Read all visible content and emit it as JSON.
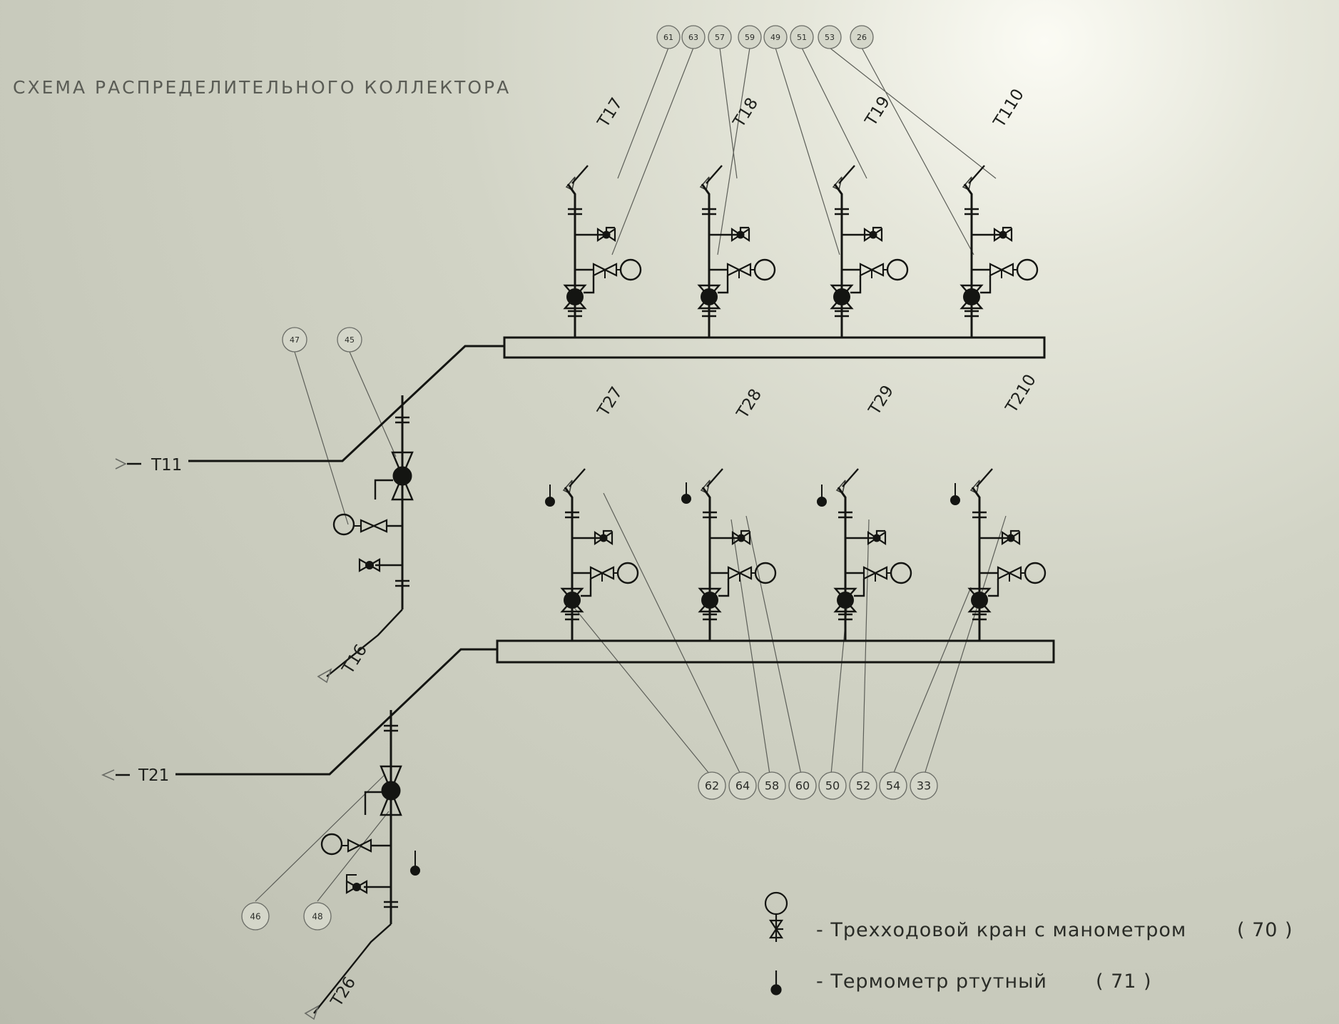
{
  "title": "СХЕМА РАСПРЕДЕЛИТЕЛЬНОГО КОЛЛЕКТОРА",
  "pipes": {
    "inlet_1": "T11",
    "outlet_1": "T16",
    "inlet_2": "T21",
    "outlet_2": "T26",
    "top_branches": [
      "T17",
      "T18",
      "T19",
      "T110"
    ],
    "bottom_branches": [
      "T27",
      "T28",
      "T29",
      "T210"
    ]
  },
  "callouts": {
    "top": [
      "61",
      "63",
      "57",
      "59",
      "49",
      "51",
      "53",
      "26"
    ],
    "bottom": [
      "62",
      "64",
      "58",
      "60",
      "50",
      "52",
      "54",
      "33"
    ],
    "inlet_1": [
      "47",
      "45"
    ],
    "inlet_2": [
      "46",
      "48"
    ]
  },
  "legend": {
    "three_way_valve": "- Трехходовой кран с манометром",
    "three_way_valve_ref": "( 70 )",
    "thermometer": "- Термометр ртутный",
    "thermometer_ref": "( 71 )"
  },
  "colors": {
    "ink": "#141512",
    "leader": "#5c5e58",
    "paper": "#d2d4c6"
  }
}
